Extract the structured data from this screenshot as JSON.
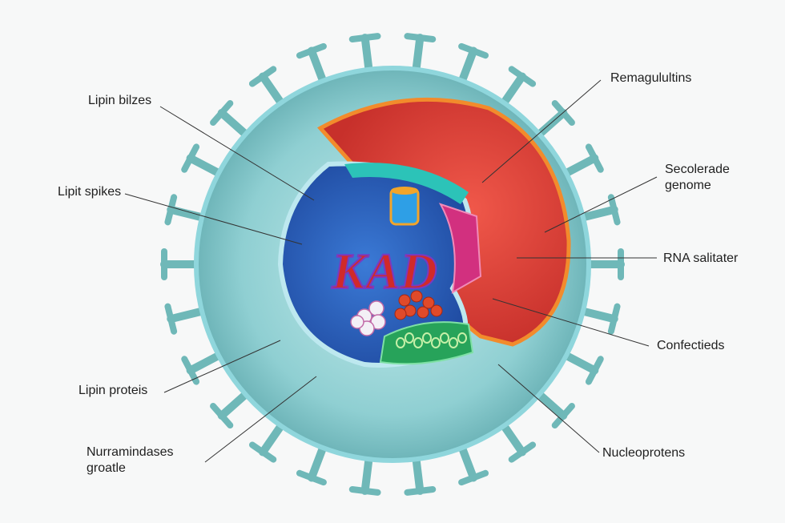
{
  "labels": {
    "lipin_bilzes": "Lipin bilzes",
    "lipit_spikes": "Lipit spikes",
    "lipin_proteis": "Lipin proteis",
    "nurramindases_1": "Nurramindases",
    "nurramindases_2": "groatle",
    "remagulultins": "Remagulultins",
    "secolerade_1": "Secolerade",
    "secolerade_2": "genome",
    "rna_salitater": "RNA salitater",
    "confectieds": "Confectieds",
    "nucleoprotens": "Nucleoprotens"
  },
  "center_text": "KAD",
  "colors": {
    "background": "#f7f8f8",
    "envelope": "#9fd6d6",
    "envelope_dark": "#5fa9ad",
    "spike": "#6fb8b8",
    "red_segment": "#e8473a",
    "inner_blue": "#2a5fbf",
    "inner_green": "#27a35a",
    "magenta": "#d2307f"
  }
}
